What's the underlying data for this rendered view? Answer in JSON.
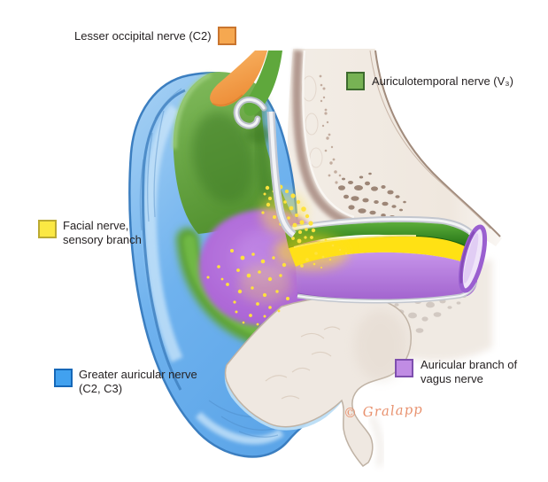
{
  "legend": {
    "items": [
      {
        "id": "lesser-occipital-nerve",
        "label": "Lesser occipital nerve (C2)",
        "color": "#F6A850",
        "border": "#C9752E"
      },
      {
        "id": "auriculotemporal-nerve",
        "label": "Auriculotemporal nerve (V₃)",
        "color": "#77B254",
        "border": "#3D6B2E"
      },
      {
        "id": "facial-nerve",
        "label_line1": "Facial nerve,",
        "label_line2": "sensory branch",
        "color": "#FBE843",
        "border": "#BBAA32"
      },
      {
        "id": "greater-auricular-nerve",
        "label_line1": "Greater auricular nerve",
        "label_line2": "(C2, C3)",
        "color": "#41A1EF",
        "border": "#1668B8"
      },
      {
        "id": "auricular-branch-of-vagus-nerve",
        "label_line1": "Auricular branch of",
        "label_line2": "vagus nerve",
        "color": "#C08CE4",
        "border": "#7E4FAE"
      }
    ]
  },
  "watermark": {
    "text": "© Gralapp",
    "color": "#E8916E"
  }
}
